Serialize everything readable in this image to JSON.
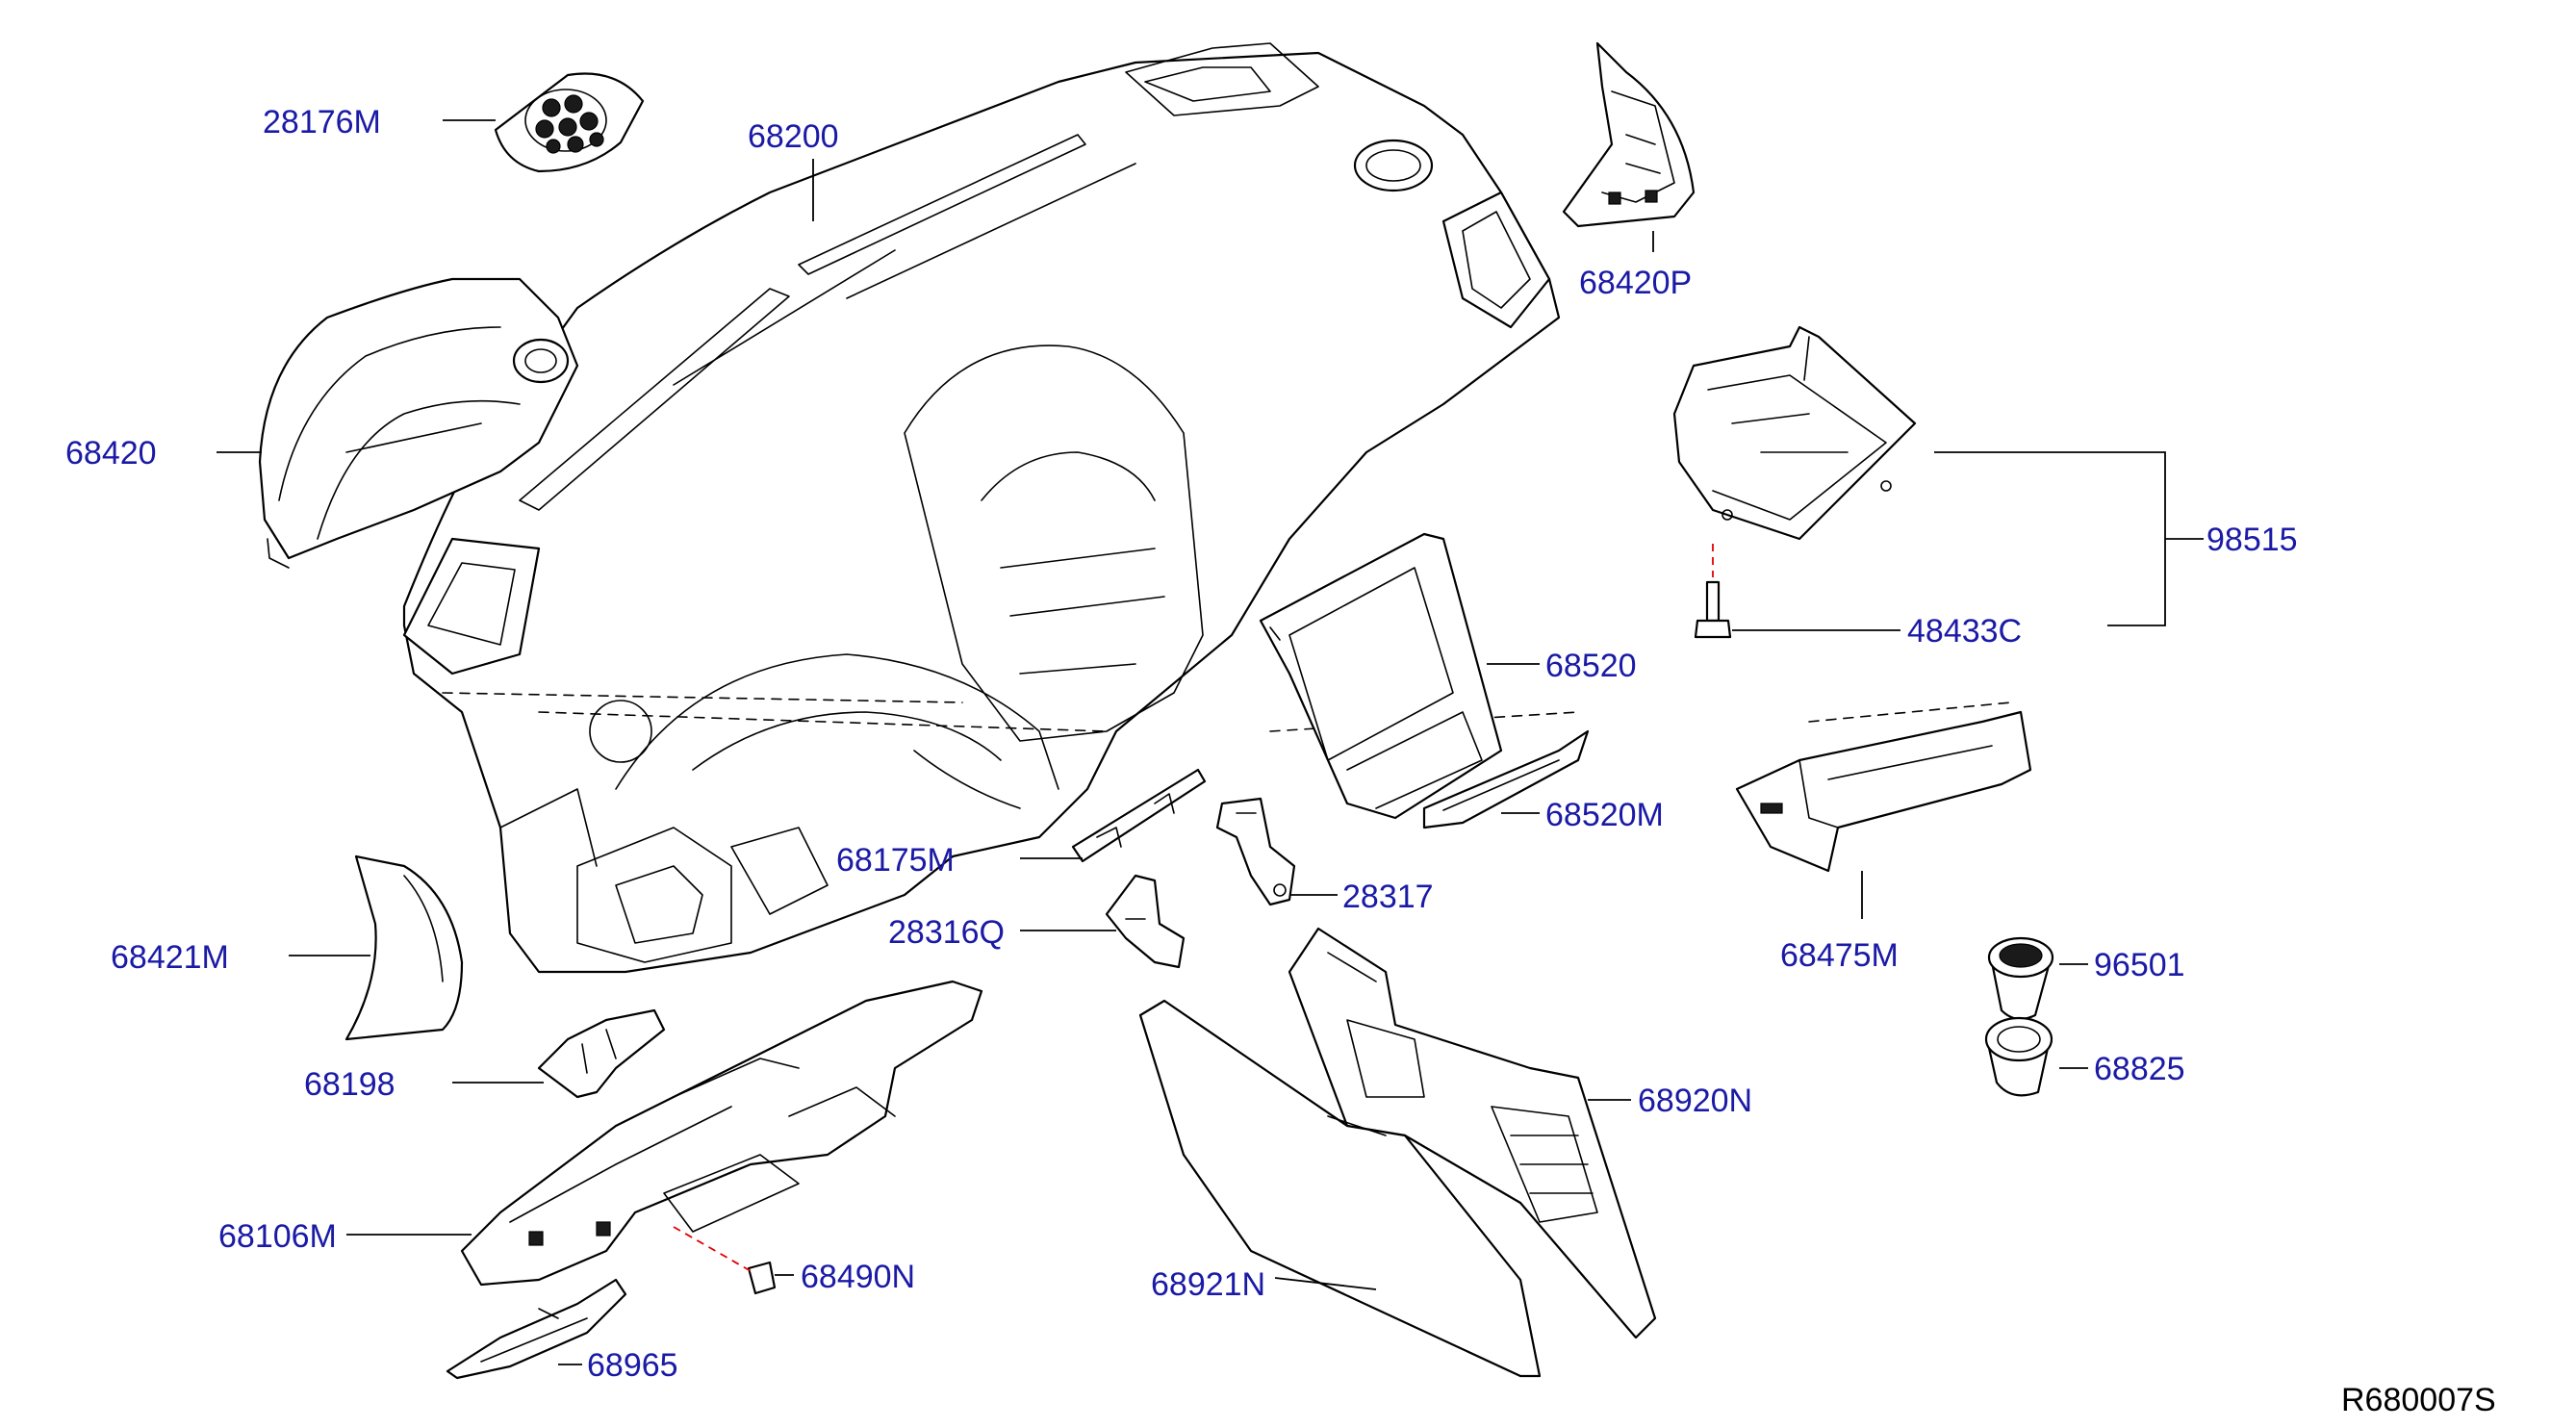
{
  "diagram": {
    "reference_code": "R680007S",
    "callouts": {
      "c28176M": "28176M",
      "c68200": "68200",
      "c68420P": "68420P",
      "c68420": "68420",
      "c98515": "98515",
      "c48433C": "48433C",
      "c68520": "68520",
      "c68520M": "68520M",
      "c68175M": "68175M",
      "c28317": "28317",
      "c28316Q": "28316Q",
      "c68475M": "68475M",
      "c68421M": "68421M",
      "c96501": "96501",
      "c68825": "68825",
      "c68198": "68198",
      "c68920N": "68920N",
      "c68106M": "68106M",
      "c68490N": "68490N",
      "c68921N": "68921N",
      "c68965": "68965"
    },
    "colors": {
      "callout_text": "#1a1aa6",
      "line_art": "#000000",
      "hidden_line": "#e00000",
      "background": "#ffffff"
    }
  }
}
